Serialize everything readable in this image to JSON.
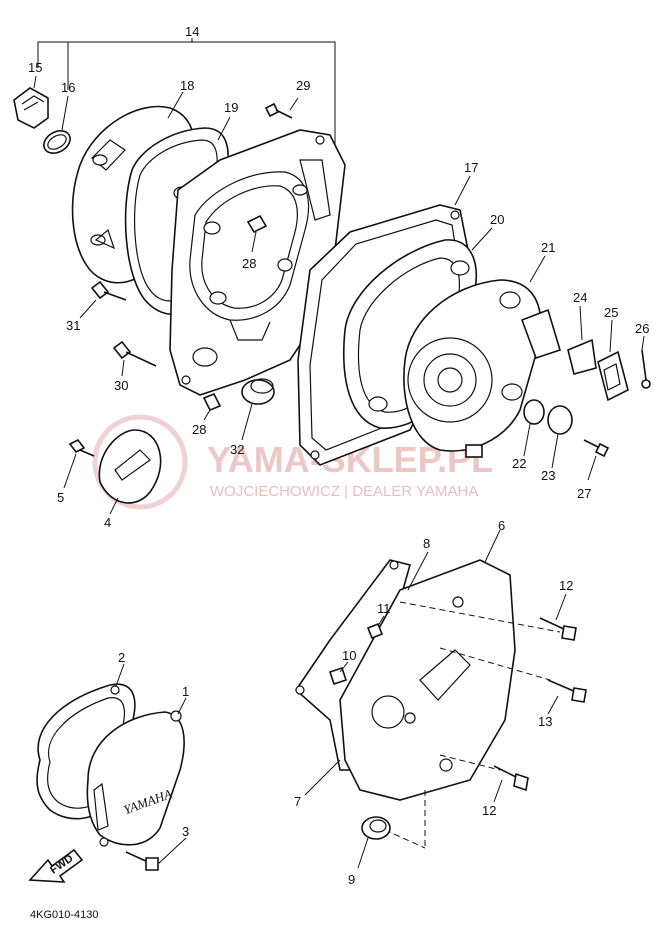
{
  "diagram": {
    "drawing_code": "4KG010-4130",
    "fwd_arrow_text": "FWD",
    "embossed_cover_text": "YAMAHA",
    "watermark": {
      "title": "YAMA-SKLEP.PL",
      "subtitle": "WOJCIECHOWICZ | DEALER YAMAHA",
      "color": "#e7b3b3"
    },
    "callouts": [
      {
        "label": "14"
      },
      {
        "label": "15"
      },
      {
        "label": "16"
      },
      {
        "label": "18"
      },
      {
        "label": "19"
      },
      {
        "label": "29"
      },
      {
        "label": "17"
      },
      {
        "label": "20"
      },
      {
        "label": "21"
      },
      {
        "label": "24"
      },
      {
        "label": "25"
      },
      {
        "label": "26"
      },
      {
        "label": "28"
      },
      {
        "label": "31"
      },
      {
        "label": "30"
      },
      {
        "label": "28"
      },
      {
        "label": "32"
      },
      {
        "label": "22"
      },
      {
        "label": "23"
      },
      {
        "label": "27"
      },
      {
        "label": "5"
      },
      {
        "label": "4"
      },
      {
        "label": "8"
      },
      {
        "label": "6"
      },
      {
        "label": "12"
      },
      {
        "label": "11"
      },
      {
        "label": "10"
      },
      {
        "label": "13"
      },
      {
        "label": "2"
      },
      {
        "label": "1"
      },
      {
        "label": "7"
      },
      {
        "label": "12"
      },
      {
        "label": "3"
      },
      {
        "label": "9"
      }
    ]
  }
}
